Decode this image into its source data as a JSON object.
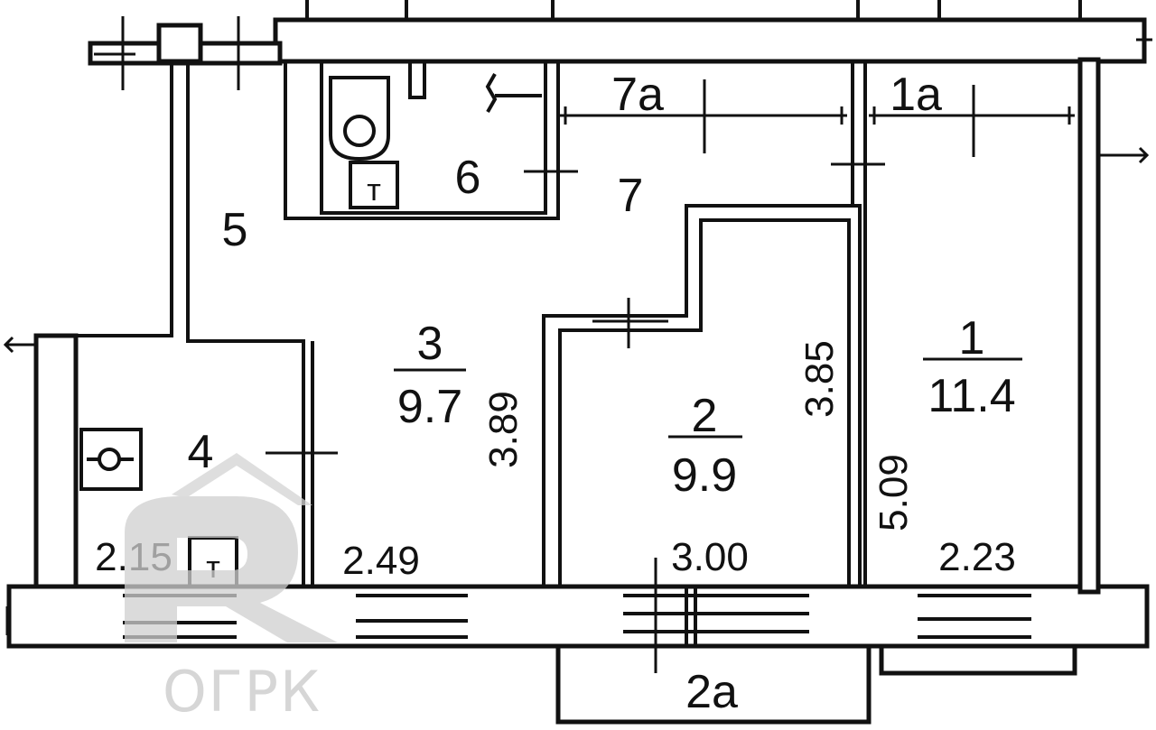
{
  "rooms": [
    {
      "id": "1",
      "area": "11.4"
    },
    {
      "id": "2",
      "area": "9.9"
    },
    {
      "id": "3",
      "area": "9.7"
    },
    {
      "id": "4"
    },
    {
      "id": "5"
    },
    {
      "id": "6"
    },
    {
      "id": "7"
    },
    {
      "id": "7a"
    },
    {
      "id": "1a"
    },
    {
      "id": "2a"
    }
  ],
  "dimensions": {
    "room1_width": "2.23",
    "room1_length": "5.09",
    "room2_width": "3.00",
    "room2_length": "3.85",
    "room3_width": "2.49",
    "room3_length": "3.89",
    "room4_width": "2.15"
  },
  "fixtures": {
    "toilet_tank_letter": "т",
    "bath_tank_letter": "т"
  },
  "watermark": {
    "text": "ОГРК",
    "color": "#c9c9c9"
  }
}
